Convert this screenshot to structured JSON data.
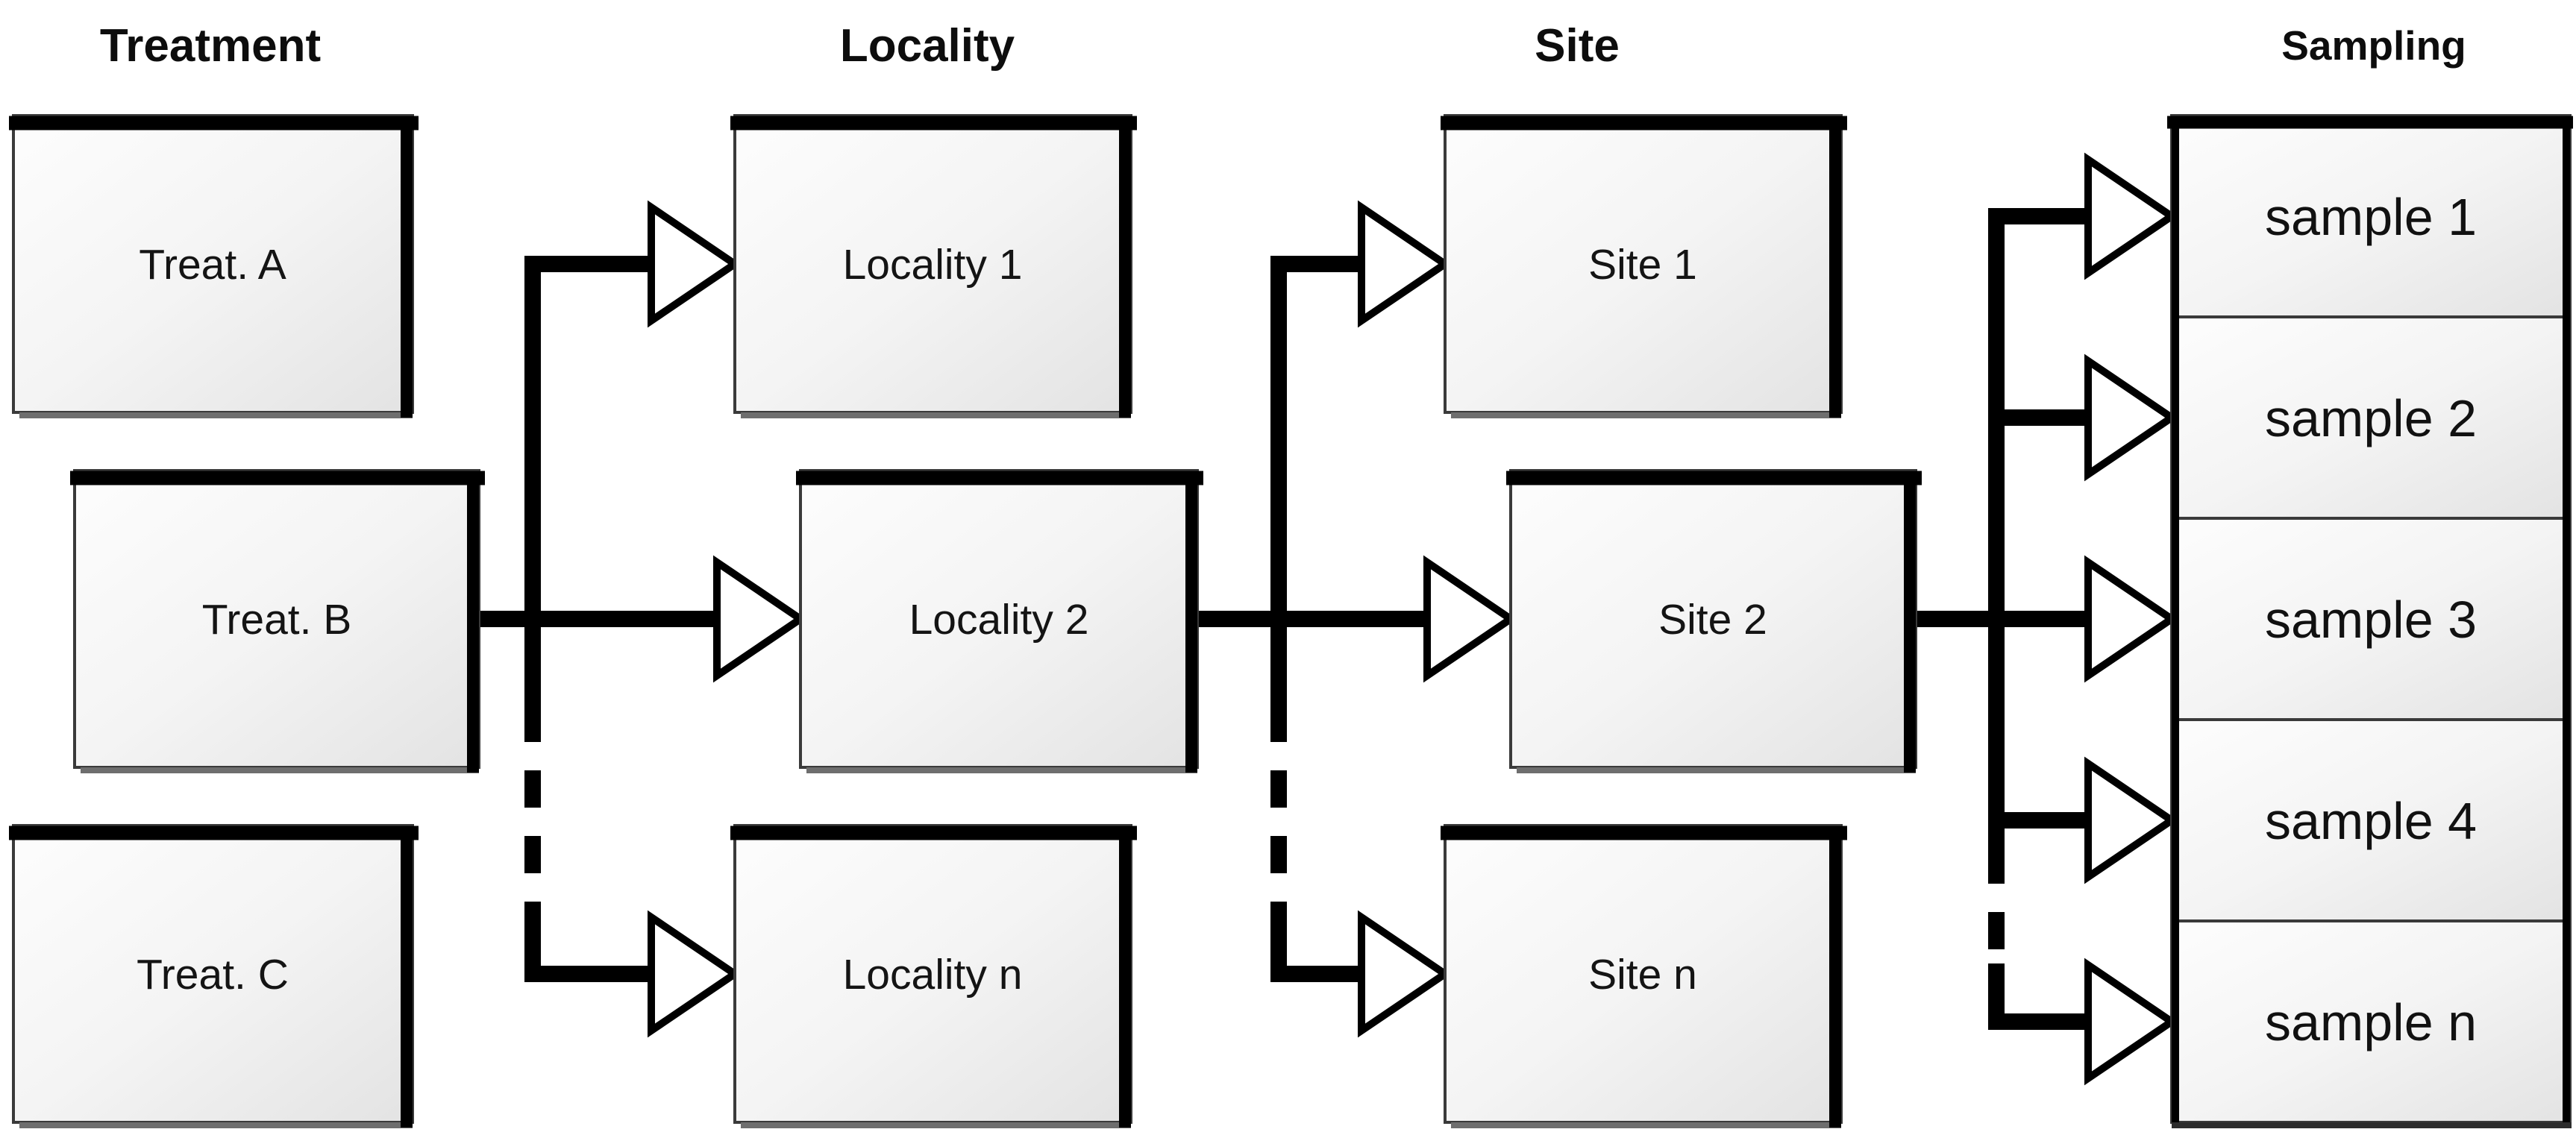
{
  "headers": {
    "treatment": "Treatment",
    "locality": "Locality",
    "site": "Site",
    "sampling": "Sampling"
  },
  "boxes": {
    "treat_a": "Treat. A",
    "treat_b": "Treat. B",
    "treat_c": "Treat. C",
    "locality_1": "Locality 1",
    "locality_2": "Locality 2",
    "locality_n": "Locality n",
    "site_1": "Site 1",
    "site_2": "Site 2",
    "site_n": "Site n",
    "sample_1": "sample 1",
    "sample_2": "sample 2",
    "sample_3": "sample 3",
    "sample_4": "sample 4",
    "sample_n": "sample n"
  },
  "colors": {
    "line": "#000000",
    "box_border": "#000000",
    "box_fill_light": "#fdfdfd",
    "box_fill_dark": "#e3e3e3",
    "shadow": "#6e6e6e",
    "text": "#141414",
    "background": "#ffffff"
  }
}
